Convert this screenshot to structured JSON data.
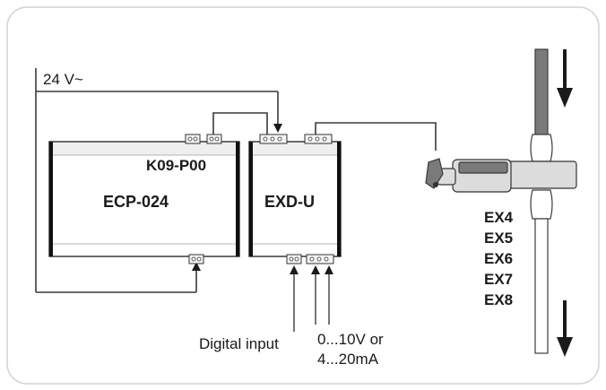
{
  "supply": {
    "label": "24 V~"
  },
  "modules": {
    "ecp": {
      "name": "ECP-024"
    },
    "exd": {
      "name": "EXD-U",
      "model": "K09-P00"
    }
  },
  "valves": [
    "EX4",
    "EX5",
    "EX6",
    "EX7",
    "EX8"
  ],
  "inputs": {
    "digital": "Digital input",
    "analog_line1": "0...10V or",
    "analog_line2": "4...20mA"
  }
}
